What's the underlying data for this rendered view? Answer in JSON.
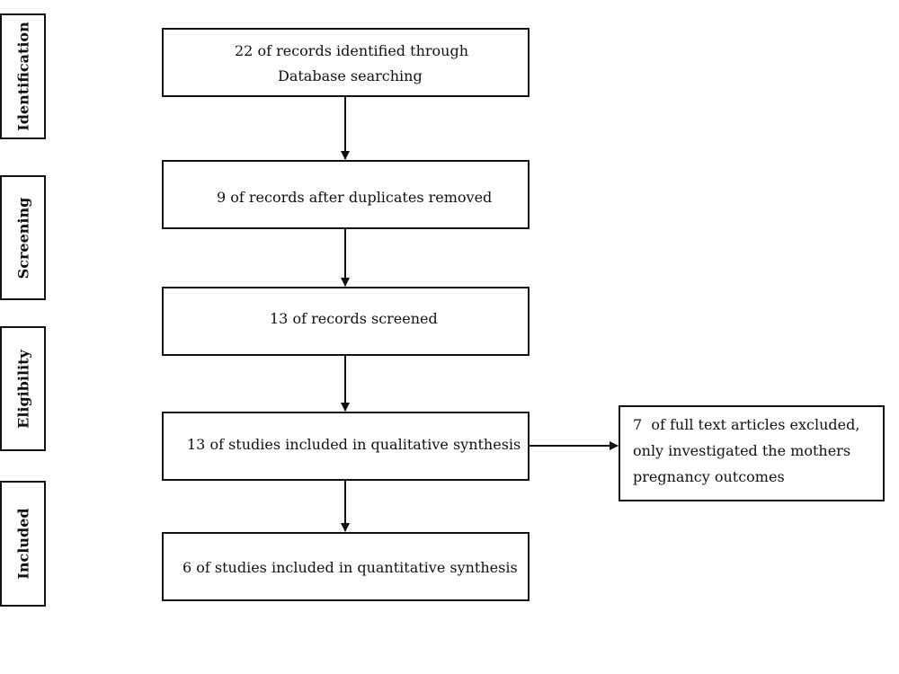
{
  "stages": {
    "identification": "Identification",
    "screening": "Screening",
    "eligibility": "Eligibility",
    "included": "Included"
  },
  "boxes": {
    "identified": {
      "line1": "22 of records identified through",
      "line2": "Database searching"
    },
    "duplicates_removed": "9 of records after duplicates removed",
    "screened": "13 of records screened",
    "qualitative": "13 of studies included in qualitative synthesis",
    "quantitative": "6 of studies included in quantitative synthesis",
    "excluded": {
      "line1": "7  of full text articles excluded,",
      "line2": "only investigated the mothers",
      "line3": "pregnancy outcomes"
    }
  }
}
